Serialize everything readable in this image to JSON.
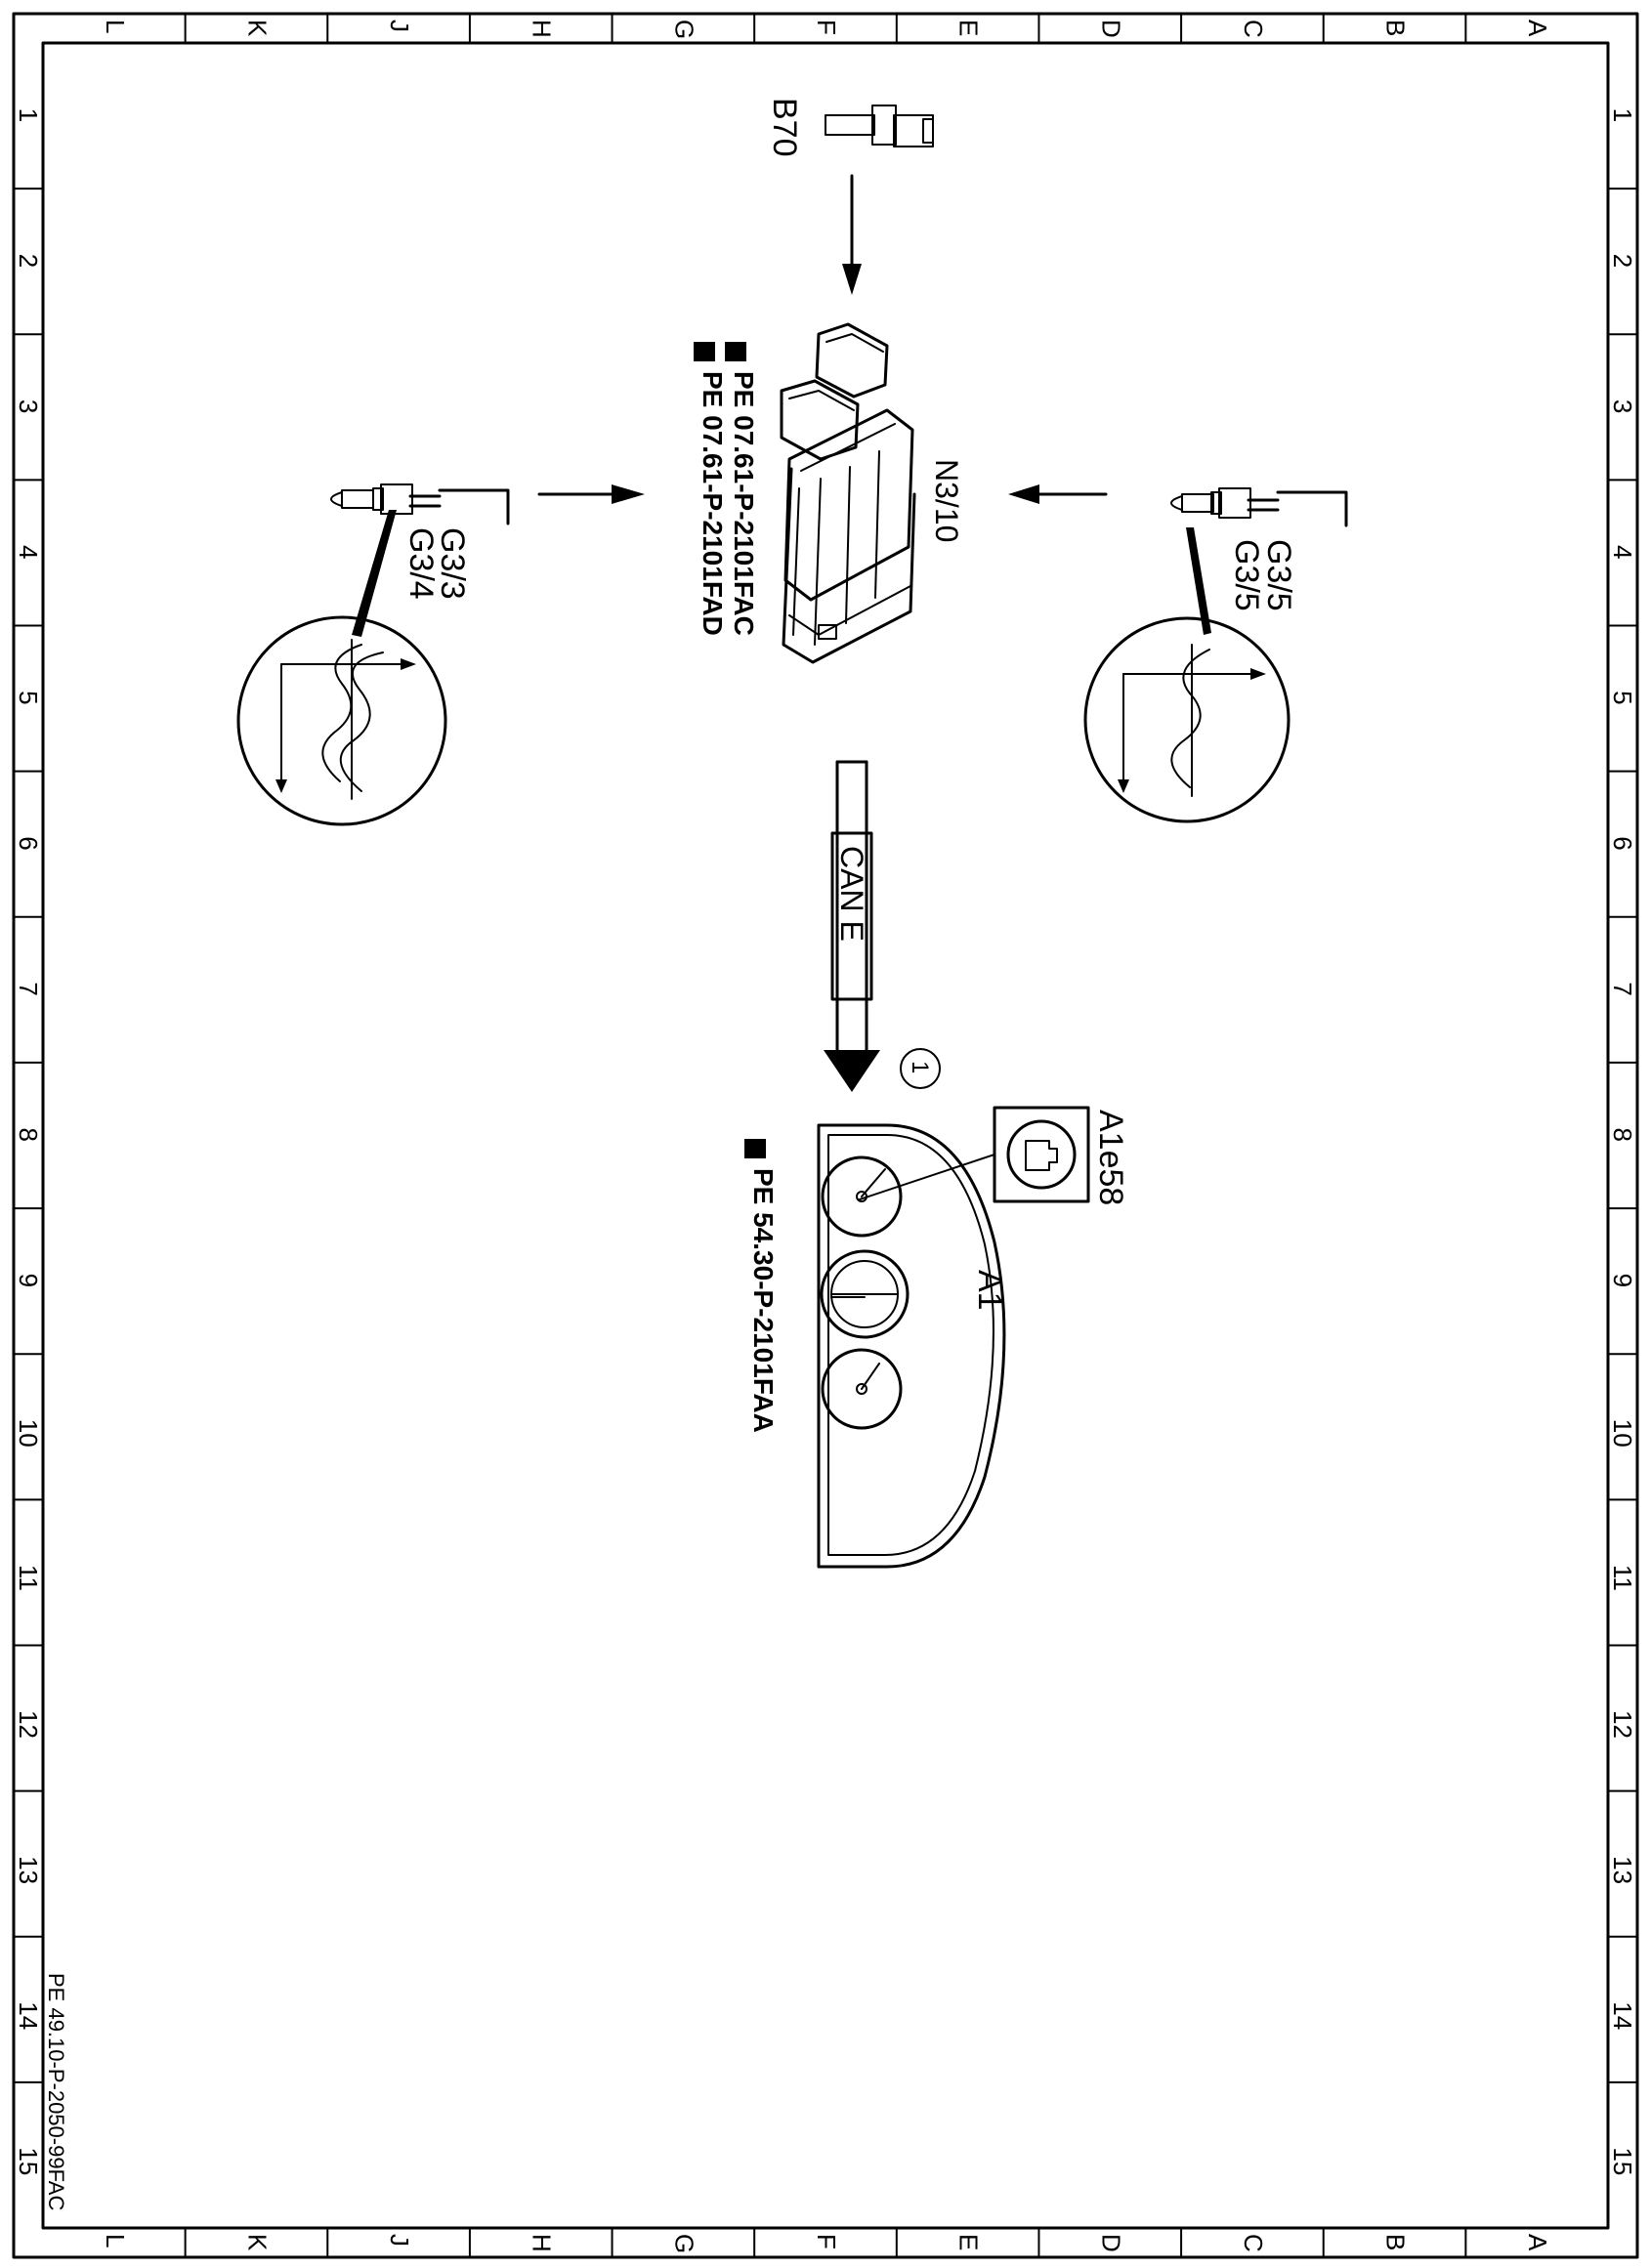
{
  "border": {
    "column_letters": [
      "L",
      "K",
      "J",
      "H",
      "G",
      "F",
      "E",
      "D",
      "C",
      "B",
      "A"
    ],
    "row_numbers": [
      "1",
      "2",
      "3",
      "4",
      "5",
      "6",
      "7",
      "8",
      "9",
      "10",
      "11",
      "12",
      "13",
      "14",
      "15"
    ]
  },
  "components": {
    "b70": {
      "label": "B70"
    },
    "n3_10": {
      "label": "N3/10"
    },
    "ref_n3_1": {
      "text": "PE 07.61-P-2101FAC"
    },
    "ref_n3_2": {
      "text": "PE 07.61-P-2101FAD"
    },
    "sensor_right": {
      "label_1": "G3/5",
      "label_2": "G3/5"
    },
    "sensor_left": {
      "label_1": "G3/3",
      "label_2": "G3/4"
    },
    "can_bus": {
      "label": "CAN E"
    },
    "callout": {
      "number": "1"
    },
    "a1e58": {
      "label": "A1e58"
    },
    "a1": {
      "label": "A1"
    },
    "ref_a1": {
      "text": "PE 54.30-P-2101FAA"
    }
  },
  "document_id": "PE 49.10-P-2050-99FAC"
}
